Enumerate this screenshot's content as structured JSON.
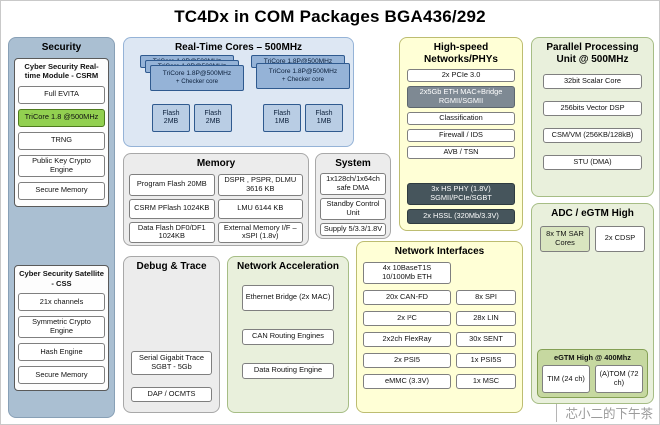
{
  "title": "TC4Dx in COM Packages BGA436/292",
  "watermark": "芯小二的下午茶",
  "colors": {
    "security_panel": "#aabfd2",
    "core_blue": "#95b3d7",
    "flash_blue": "#b9cde4",
    "green_accent": "#92d050",
    "panel_green": "#e9f0dc",
    "panel_yellow": "#ffffd6",
    "panel_gray": "#ececec",
    "dark_box": "#46555c",
    "gray_box": "#7e8993"
  },
  "security": {
    "title": "Security",
    "csrm": {
      "title": "Cyber Security Real-time Module - CSRM",
      "items": [
        "Full EVITA",
        "TriCore 1.8 @500MHz",
        "TRNG",
        "Public Key Crypto Engine",
        "Secure Memory"
      ]
    },
    "css": {
      "title": "Cyber Security Satellite - CSS",
      "items": [
        "21x channels",
        "Symmetric Crypto Engine",
        "Hash Engine",
        "Secure Memory"
      ]
    }
  },
  "realtime": {
    "title": "Real-Time Cores – 500MHz",
    "core_label": "TriCore 1.8P@500MHz",
    "checker_label": "+ Checker core",
    "flash": [
      "Flash 2MB",
      "Flash 2MB",
      "Flash 1MB",
      "Flash 1MB"
    ]
  },
  "memory": {
    "title": "Memory",
    "cells": [
      "Program Flash 20MB",
      "DSPR , PSPR, DLMU 3616 KB",
      "CSRM PFlash 1024KB",
      "LMU 6144 KB",
      "Data Flash DF0/DF1 1024KB",
      "External Memory I/F – xSPI (1.8v)"
    ]
  },
  "system": {
    "title": "System",
    "items": [
      "1x128ch/1x64ch safe DMA",
      "Standby Control Unit",
      "Supply 5/3.3/1.8V"
    ]
  },
  "highspeed": {
    "title": "High-speed Networks/PHYs",
    "pcie": "2x PCIe 3.0",
    "eth_mac": "2x5Gb ETH MAC+Bridge RGMII/SGMII",
    "items": [
      "Classification",
      "Firewall / IDS",
      "AVB / TSN"
    ],
    "phy": "3x HS PHY (1.8V) SGMII/PCIe/SGBT",
    "hssl": "2x HSSL (320Mb/3.3V)"
  },
  "ppu": {
    "title": "Parallel Processing Unit @ 500MHz",
    "items": [
      "32bit Scalar Core",
      "256bits Vector DSP",
      "CSM/VM (256KB/128kB)",
      "STU (DMA)"
    ]
  },
  "adc": {
    "title": "ADC / eGTM High",
    "sar": "8x TM SAR Cores",
    "cdsp": "2x CDSP",
    "egtm": {
      "title": "eGTM High @ 400Mhz",
      "tim": "TIM (24 ch)",
      "atom": "(A)TOM (72 ch)"
    }
  },
  "debug": {
    "title": "Debug & Trace",
    "items": [
      "Serial Gigabit Trace SGBT - 5Gb",
      "DAP / OCMTS"
    ]
  },
  "netaccel": {
    "title": "Network Acceleration",
    "items": [
      "Ethernet Bridge (2x MAC)",
      "CAN Routing Engines",
      "Data Routing Engine"
    ]
  },
  "netif": {
    "title": "Network Interfaces",
    "eth": "4x 10BaseT1S 10/100Mb ETH",
    "left": [
      "20x CAN-FD",
      "2x I²C",
      "2x2ch FlexRay",
      "2x PSI5",
      "eMMC (3.3V)"
    ],
    "right": [
      "8x SPI",
      "28x LIN",
      "30x SENT",
      "1x PSI5S",
      "1x MSC"
    ]
  }
}
